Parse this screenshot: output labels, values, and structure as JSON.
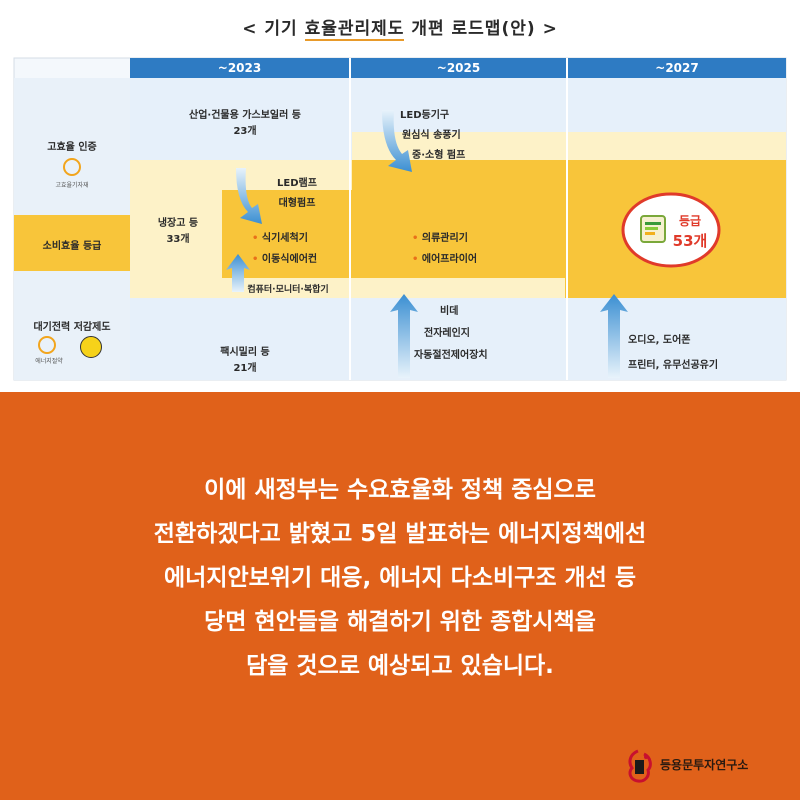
{
  "title": {
    "prefix": "<",
    "word1": "기기",
    "underlined": "효율관리제도",
    "rest": "개편 로드맵(안)",
    "suffix": ">"
  },
  "years": [
    "~2023",
    "~2025",
    "~2027"
  ],
  "rows": {
    "high_eff": "고효율 인증",
    "high_eff_mark": "고효율기자재",
    "grade": "소비효율 등급",
    "standby": "대기전력 저감제도",
    "standby_mark": "에너지절약"
  },
  "items": {
    "gas_boiler": "산업·건물용 가스보일러 등",
    "gas_boiler_count": "23개",
    "fridge": "냉장고 등",
    "fridge_count": "33개",
    "led_lamp": "LED램프",
    "large_pump": "대형펌프",
    "dishwasher": "식기세척기",
    "mobile_ac": "이동식에어컨",
    "computer": "컴퓨터·모니터·복합기",
    "fax": "팩시밀리 등",
    "fax_count": "21개",
    "led_fixture": "LED등기구",
    "centrifugal_fan": "원심식 송풍기",
    "mid_pump": "중·소형 펌프",
    "clothes_care": "의류관리기",
    "air_fryer": "에어프라이어",
    "bidet": "비데",
    "microwave": "전자레인지",
    "auto_control": "자동절전제어장치",
    "audio": "오디오, 도어폰",
    "printer": "프린터, 유무선공유기",
    "grade_label": "등급",
    "grade_count": "53개"
  },
  "bullet": "•",
  "body_lines": [
    "이에 새정부는 수요효율화 정책 중심으로",
    "전환하겠다고 밝혔고 5일 발표하는 에너지정책에선",
    "에너지안보위기 대응, 에너지 다소비구조 개선 등",
    "당면 현안들을 해결하기 위한 종합시책을",
    "담을 것으로 예상되고 있습니다."
  ],
  "footer": {
    "name": "등용문투자연구소"
  },
  "colors": {
    "accent_orange": "#e0611a",
    "yellow": "#f8c53a",
    "light_yellow": "#fdf2c8",
    "blue_header": "#2e7bc3",
    "light_blue": "#e6f0fa",
    "arrow_blue": "#4a9ad6"
  }
}
